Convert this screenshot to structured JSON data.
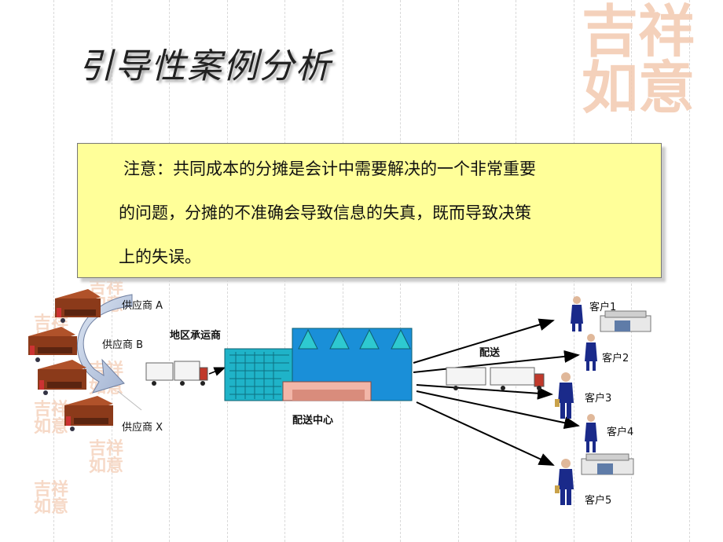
{
  "slide": {
    "title": "引导性案例分析",
    "note": {
      "line1": "注意：共同成本的分摊是会计中需要解决的一个非常重要",
      "line2": "的问题，分摊的不准确会导致信息的失真，既而导致决策",
      "line3": "上的失误。"
    }
  },
  "diagram": {
    "suppliers": [
      "供应商 A",
      "供应商 B",
      "供应商 X"
    ],
    "carrier_label": "地区承运商",
    "dc_label": "配送中心",
    "delivery_label": "配送",
    "customers": [
      "客户1",
      "客户2",
      "客户3",
      "客户4",
      "客户5"
    ]
  },
  "decor": {
    "seal_text": "吉祥如意",
    "seal_color": "#f3c9b0",
    "note_background": "#ffff99",
    "warehouse_color": "#8b3a1a",
    "dc_glass_color": "#1fb3c8",
    "suit_color": "#1a2a8a"
  }
}
